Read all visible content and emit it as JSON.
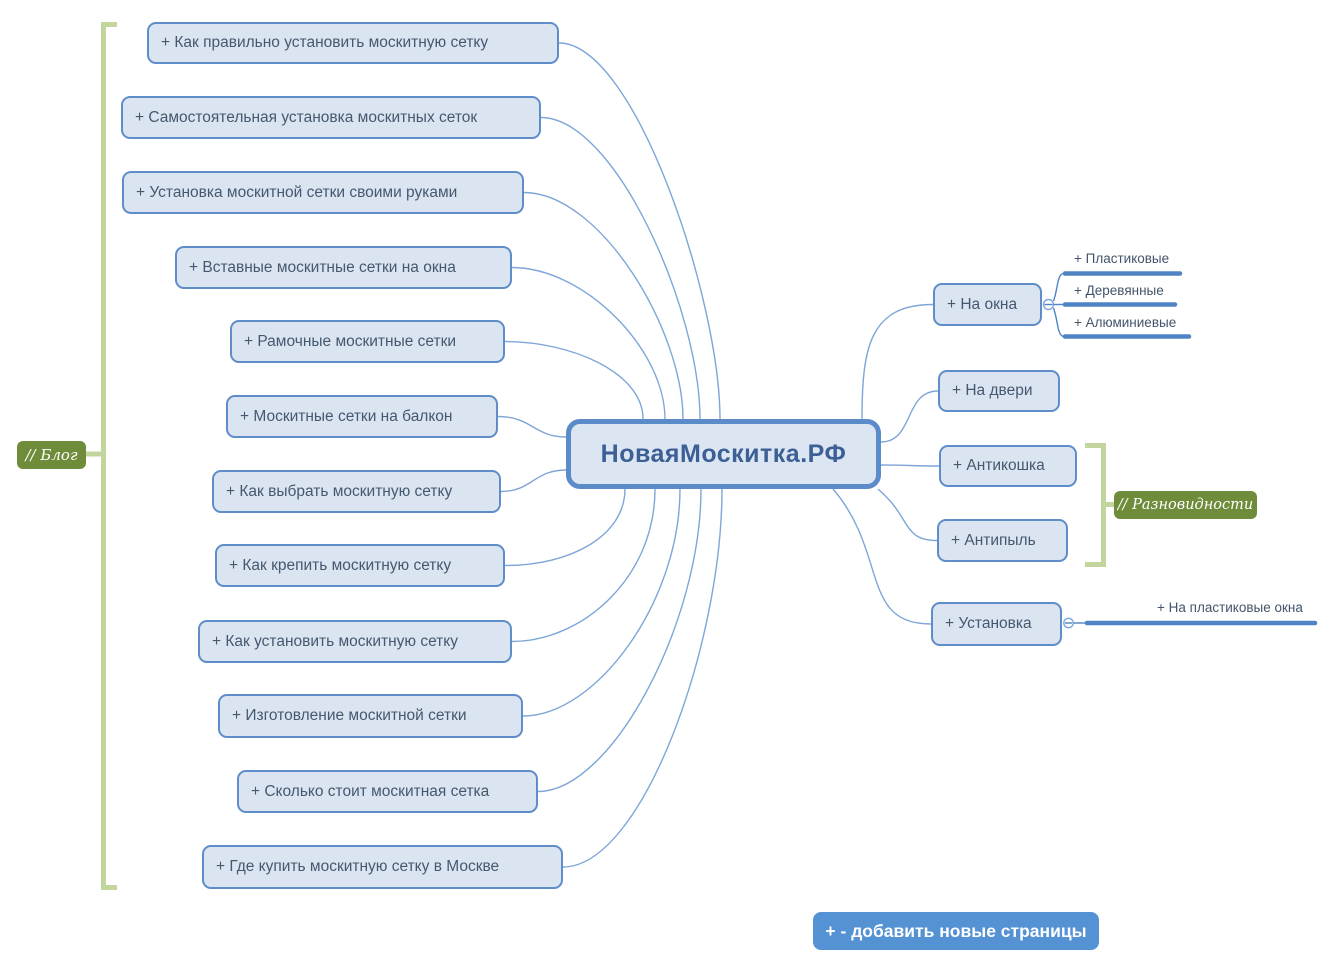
{
  "center": {
    "label": "НоваяМоскитка.РФ"
  },
  "blog": {
    "badge": "// Блог",
    "pages": [
      "+ Как правильно установить москитную сетку",
      "+ Самостоятельная установка москитных сеток",
      "+ Установка москитной сетки своими руками",
      "+ Вставные москитные сетки на окна",
      "+ Рамочные москитные сетки",
      "+ Москитные сетки на балкон",
      "+ Как выбрать москитную сетку",
      "+ Как крепить москитную сетку",
      "+ Как установить москитную сетку",
      "+ Изготовление москитной сетки",
      "+ Сколько стоит москитная сетка",
      "+ Где купить москитную сетку в Москве"
    ]
  },
  "site": {
    "badge": "// Разновидности",
    "sections": [
      {
        "label": "+ На окна",
        "children": [
          "+ Пластиковые",
          "+ Деревянные",
          "+ Алюминиевые"
        ]
      },
      {
        "label": "+ На двери",
        "children": []
      },
      {
        "label": "+ Антикошка",
        "children": []
      },
      {
        "label": "+ Антипыль",
        "children": []
      },
      {
        "label": "+ Установка",
        "children": [
          "+ На пластиковые окна"
        ]
      }
    ]
  },
  "footer": {
    "add_button": "+ - добавить новые страницы"
  },
  "colors": {
    "node_fill": "#dbe5f1",
    "node_border": "#5e8dc9",
    "node_text": "#45586f",
    "center_text": "#3c5f95",
    "wire_blue": "#7ea6d8",
    "leaf_line_blue": "#4e84c4",
    "bracket_green": "#c2d59c",
    "badge_green": "#6f8c3a",
    "button_blue": "#5592d4"
  }
}
